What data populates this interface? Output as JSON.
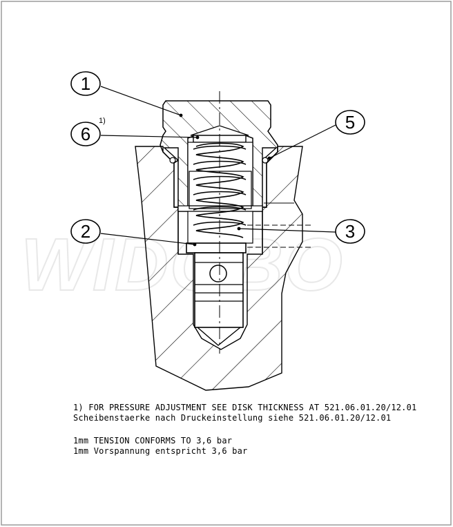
{
  "balloons": [
    {
      "label": "1"
    },
    {
      "label": "6"
    },
    {
      "label": "5"
    },
    {
      "label": "2"
    },
    {
      "label": "3"
    }
  ],
  "footnote_marker": "1)",
  "watermark": "WIDOBO",
  "notes": {
    "line1": "1) FOR PRESSURE ADJUSTMENT SEE DISK THICKNESS AT 521.06.01.20/12.01",
    "line2": "Scheibenstaerke nach Druckeinstellung siehe 521.06.01.20/12.01",
    "line3": "1mm TENSION CONFORMS TO 3,6 bar",
    "line4": "1mm Vorspannung entspricht 3,6 bar"
  },
  "colors": {
    "line": "#000000",
    "border": "#9a9a9a",
    "watermark": "#e8e8e8"
  }
}
